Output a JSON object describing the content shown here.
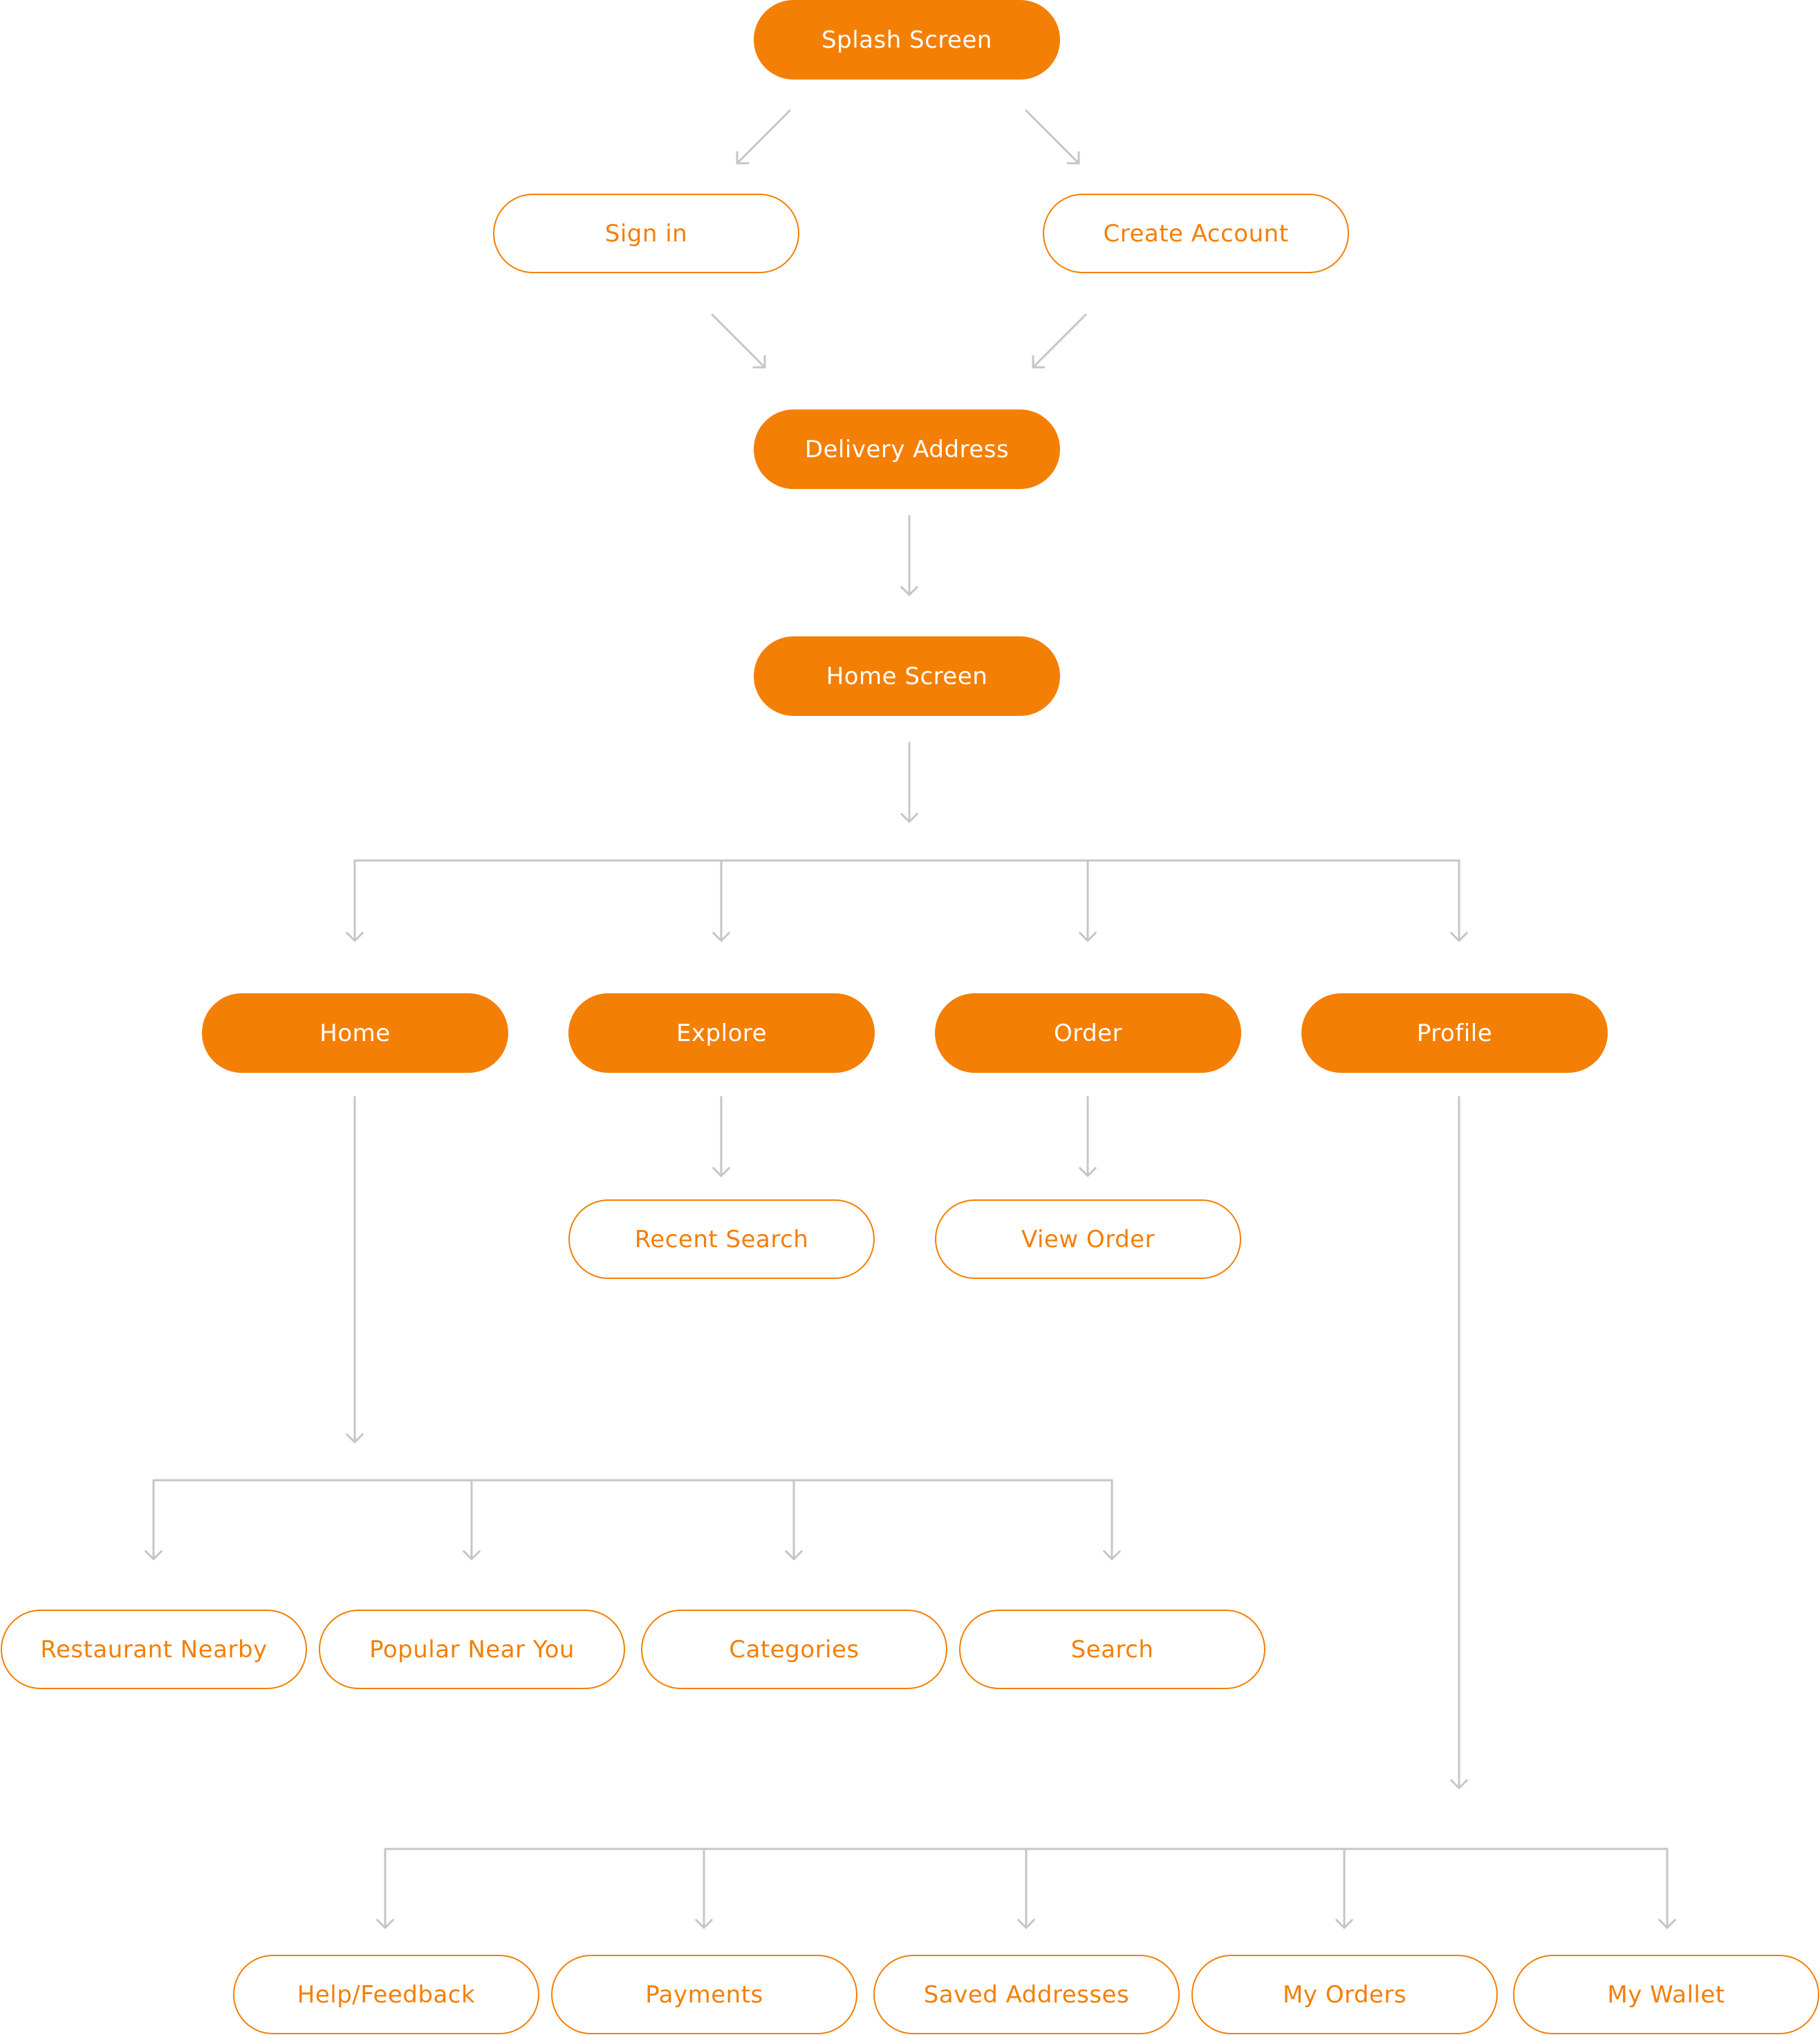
{
  "colors": {
    "accent": "#f47f05",
    "connector": "#c6c6c6",
    "background": "#ffffff"
  },
  "flow": {
    "splash": "Splash Screen",
    "sign_in": "Sign in",
    "create_account": "Create Account",
    "delivery_address": "Delivery Address",
    "home_screen": "Home Screen",
    "tabs": {
      "home": "Home",
      "explore": "Explore",
      "order": "Order",
      "profile": "Profile"
    },
    "explore_children": {
      "recent_search": "Recent Search"
    },
    "order_children": {
      "view_order": "View Order"
    },
    "home_children": {
      "restaurant_nearby": "Restaurant Nearby",
      "popular_near_you": "Popular Near You",
      "categories": "Categories",
      "search": "Search"
    },
    "profile_children": {
      "help_feedback": "Help/Feedback",
      "payments": "Payments",
      "saved_addresses": "Saved Addresses",
      "my_orders": "My Orders",
      "my_wallet": "My Wallet"
    }
  }
}
